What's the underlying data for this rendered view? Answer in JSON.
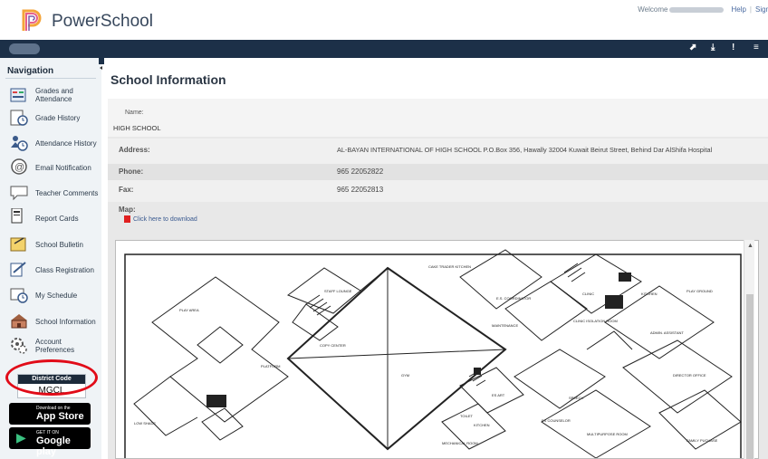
{
  "header": {
    "brand": "PowerSchool",
    "welcome": "Welcome",
    "help": "Help",
    "sign": "Sign"
  },
  "sidebar": {
    "title": "Navigation",
    "items": [
      {
        "label": "Grades and Attendance",
        "icon": "grades-icon"
      },
      {
        "label": "Grade History",
        "icon": "grade-history-icon"
      },
      {
        "label": "Attendance History",
        "icon": "attendance-history-icon"
      },
      {
        "label": "Email Notification",
        "icon": "email-icon"
      },
      {
        "label": "Teacher Comments",
        "icon": "comments-icon"
      },
      {
        "label": "Report Cards",
        "icon": "report-cards-icon"
      },
      {
        "label": "School Bulletin",
        "icon": "bulletin-icon"
      },
      {
        "label": "Class Registration",
        "icon": "registration-icon"
      },
      {
        "label": "My Schedule",
        "icon": "schedule-icon"
      },
      {
        "label": "School Information",
        "icon": "school-info-icon"
      },
      {
        "label": "Account Preferences",
        "icon": "preferences-icon"
      }
    ],
    "district_code_label": "District Code",
    "district_code": "MGCL",
    "app_store": {
      "small": "Download on the",
      "big": "App Store"
    },
    "google_play": {
      "small": "GET IT ON",
      "big": "Google play"
    }
  },
  "main": {
    "title": "School Information",
    "name_label": "Name:",
    "name_value": "HIGH SCHOOL",
    "address_label": "Address:",
    "address_value": "AL-BAYAN INTERNATIONAL OF HIGH SCHOOL P.O.Box 356, Hawally 32004 Kuwait Beirut Street, Behind Dar AlShifa Hospital",
    "phone_label": "Phone:",
    "phone_value": "965 22052822",
    "fax_label": "Fax:",
    "fax_value": "965 22052813",
    "map_label": "Map:",
    "download_link": "Click here to download"
  },
  "floorplan_labels": [
    "STAFF LOUNGE",
    "PLAY AREA",
    "CAKE TRADER KITCHEN",
    "E.S. COORDINATOR",
    "CLINIC",
    "KITCHEN",
    "PLAY GROUND",
    "MAINTENANCE",
    "CLINIC ISOLATION ROOM",
    "ADMIN. ASSISTANT",
    "COPY CENTER",
    "PLATFORM",
    "GYM",
    "DIRECTOR OFFICE",
    "ES ART",
    "SPEECH",
    "ES COUNSELOR",
    "TOILET",
    "KITCHEN",
    "MULTIPURPOSE ROOM",
    "MECHANICAL ROOM",
    "FAMILY PUCHASE",
    "LOW SHADE"
  ]
}
